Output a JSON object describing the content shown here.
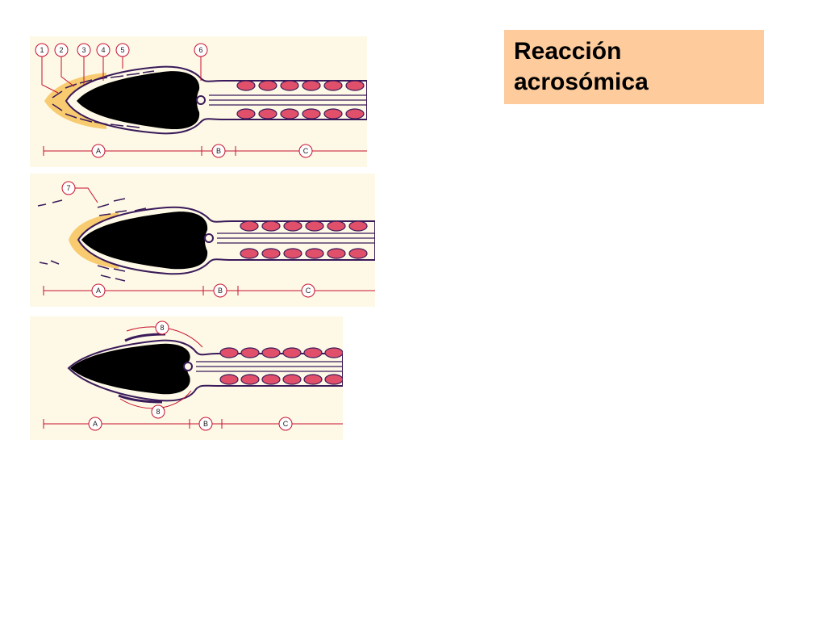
{
  "title": {
    "line1": "Reacción",
    "line2": "acrosómica"
  },
  "colors": {
    "background": "#ffffff",
    "title_box": "#fdcb9c",
    "panel": "#fdf9e6",
    "outline": "#3a1a5a",
    "nucleus": "#000000",
    "acrosome": "#f7c35b",
    "mitochondria": "#e0506a",
    "leader": "#c8102e"
  },
  "panels": [
    {
      "callouts": [
        "1",
        "2",
        "3",
        "4",
        "5",
        "6"
      ],
      "dimension_labels": [
        "A",
        "B",
        "C"
      ]
    },
    {
      "callouts": [
        "7"
      ],
      "dimension_labels": [
        "A",
        "B",
        "C"
      ]
    },
    {
      "callouts": [
        "8",
        "8"
      ],
      "dimension_labels": [
        "A",
        "B",
        "C"
      ]
    }
  ]
}
